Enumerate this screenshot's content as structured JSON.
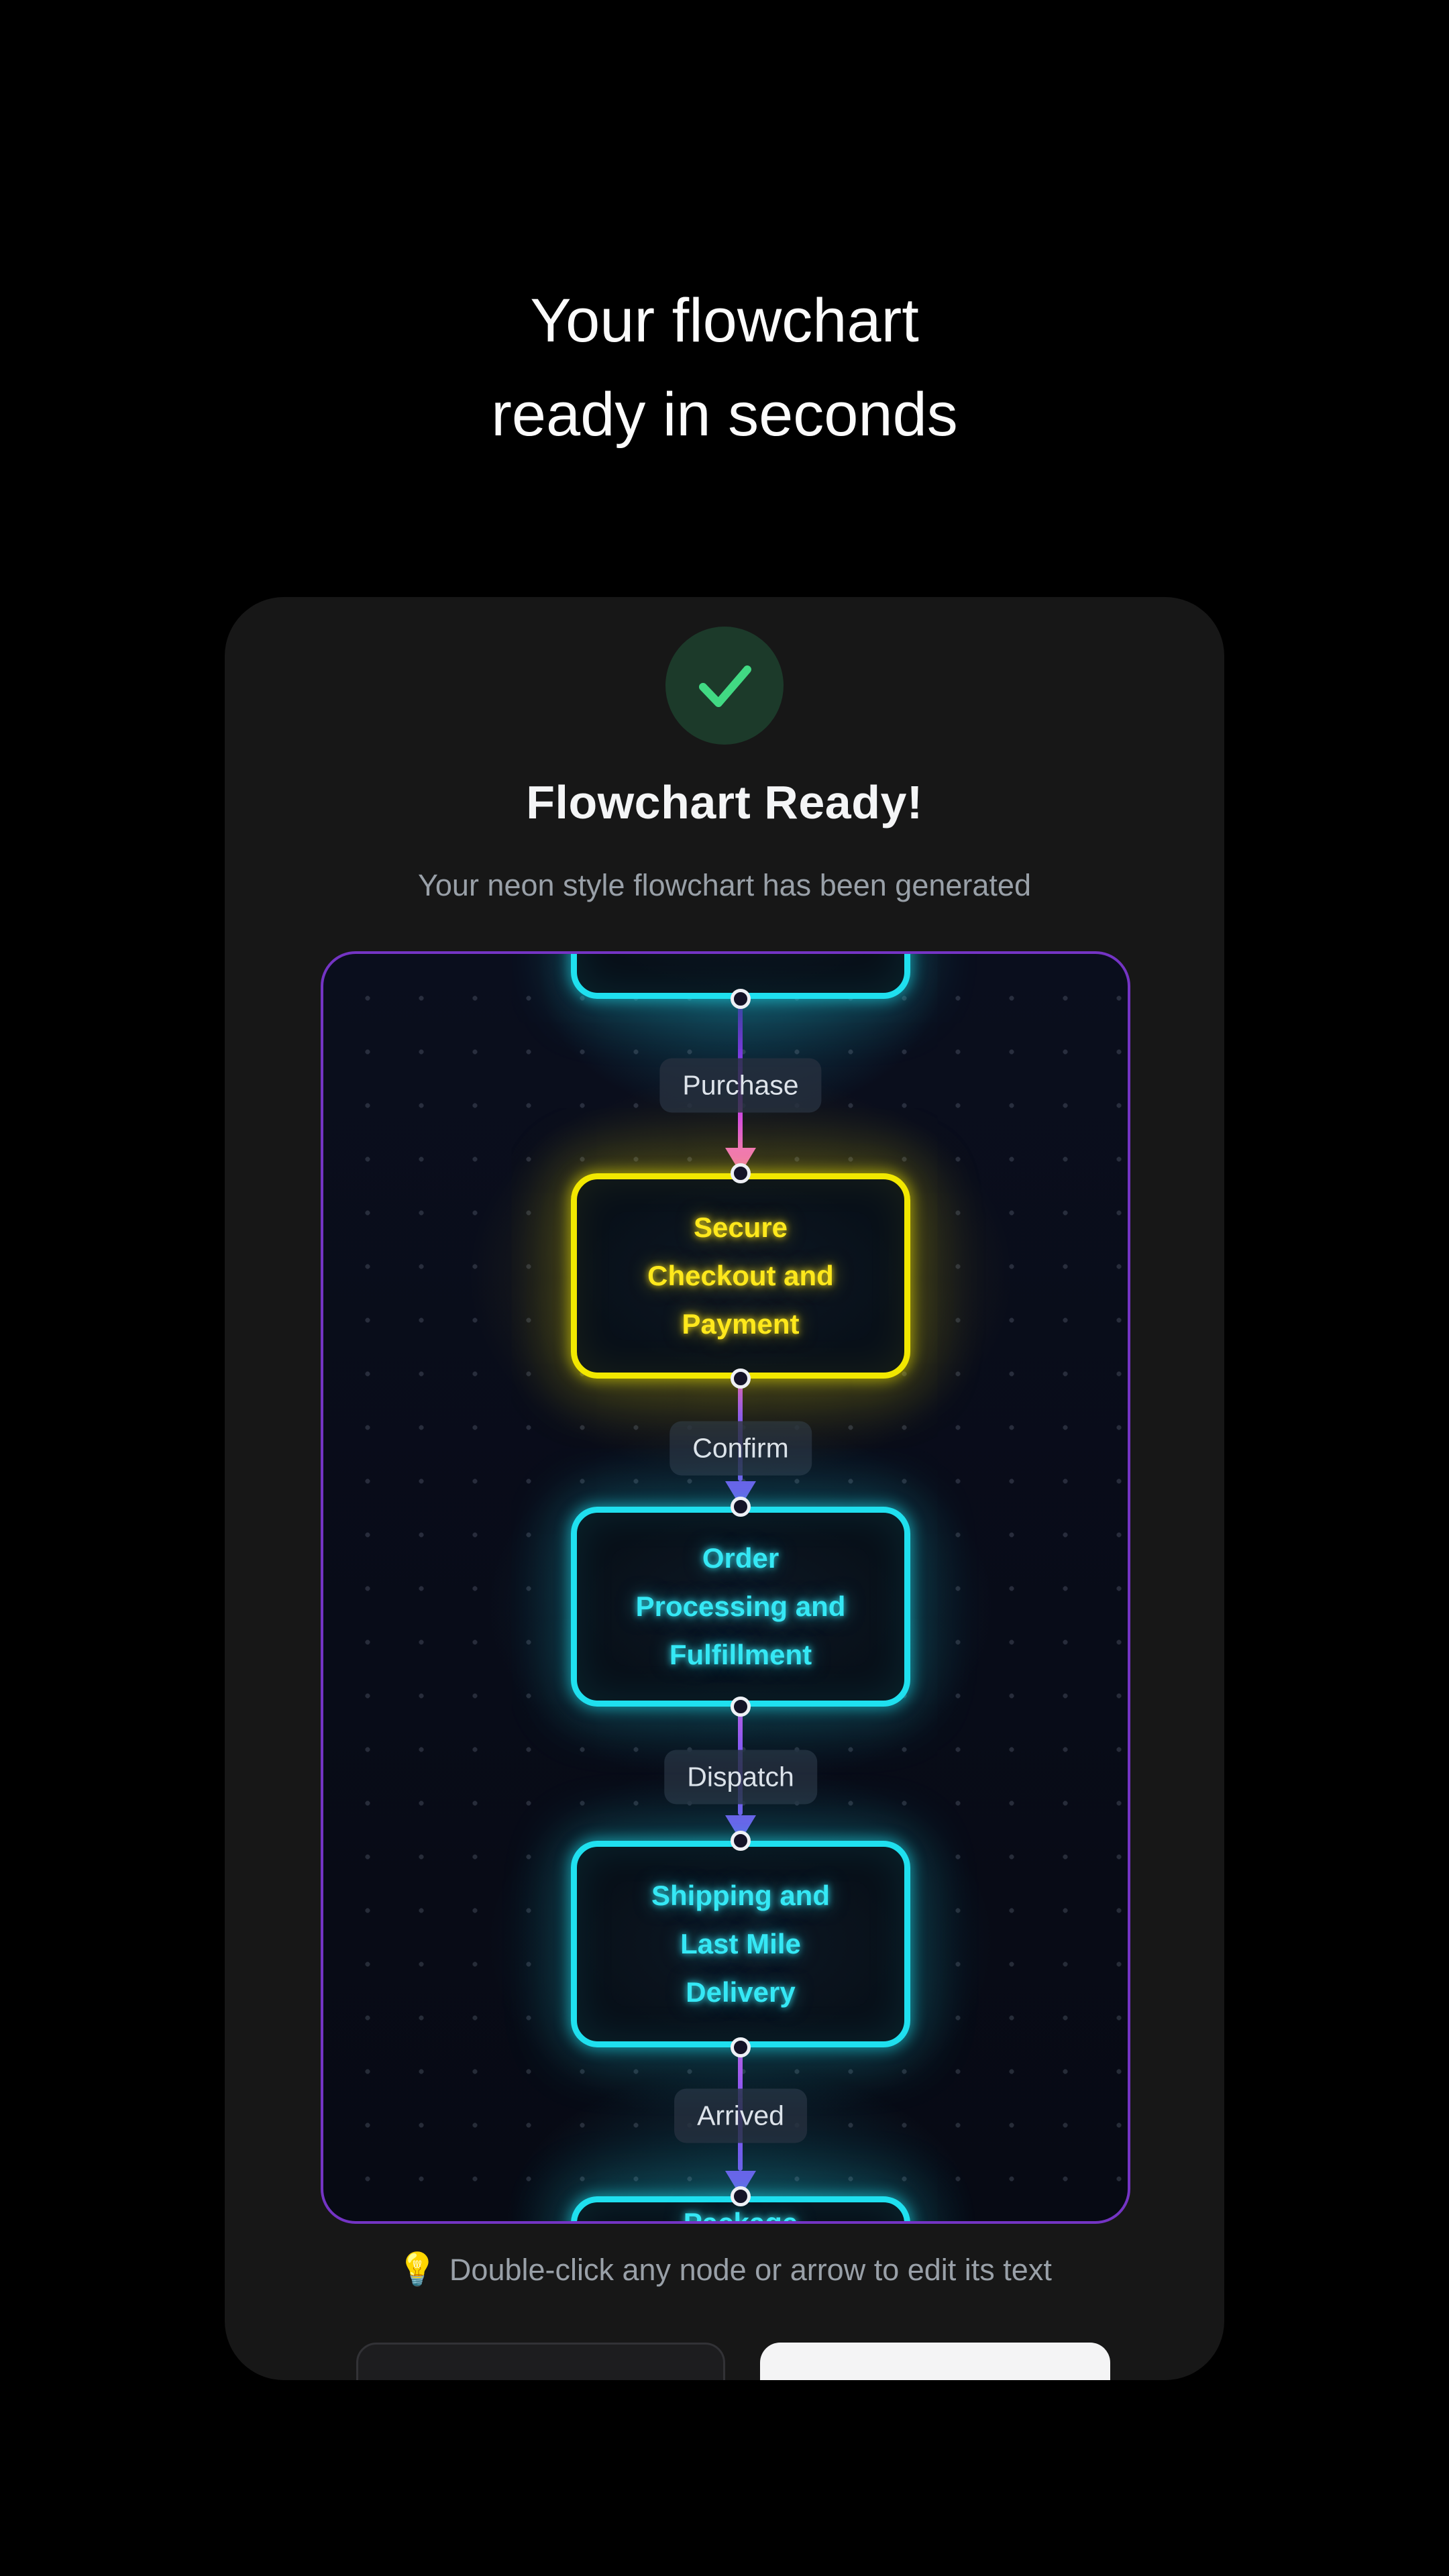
{
  "page": {
    "title_lines": [
      "Your flowchart",
      "ready in seconds"
    ]
  },
  "modal": {
    "heading": "Flowchart Ready!",
    "subheading": "Your neon style flowchart has been generated",
    "tip_emoji": "💡",
    "tip_text": "Double-click any node or arrow to edit its text",
    "secondary_button_label": "",
    "primary_button_label": ""
  },
  "flowchart": {
    "nodes": [
      {
        "id": "node-top",
        "color": "cyan",
        "partial": true,
        "lines": []
      },
      {
        "id": "node-checkout",
        "color": "yellow",
        "partial": false,
        "lines": [
          "Secure",
          "Checkout and",
          "Payment"
        ]
      },
      {
        "id": "node-processing",
        "color": "cyan",
        "partial": false,
        "lines": [
          "Order",
          "Processing and",
          "Fulfillment"
        ]
      },
      {
        "id": "node-shipping",
        "color": "cyan",
        "partial": false,
        "lines": [
          "Shipping and",
          "Last Mile",
          "Delivery"
        ]
      },
      {
        "id": "node-package",
        "color": "cyan",
        "partial": true,
        "lines": [
          "Package"
        ]
      }
    ],
    "edges": [
      {
        "label": "Purchase"
      },
      {
        "label": "Confirm"
      },
      {
        "label": "Dispatch"
      },
      {
        "label": "Arrived"
      }
    ],
    "colors": {
      "canvas_border": "#7434c4",
      "neon_cyan": "#1fe0ef",
      "neon_yellow": "#f2e800",
      "edge_violet": "#6f5be8",
      "edge_pink": "#f06ec2",
      "success_green": "#41d983"
    }
  }
}
